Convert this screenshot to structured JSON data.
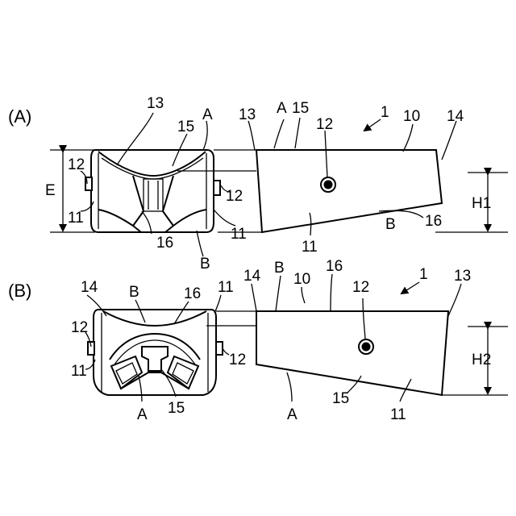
{
  "figure": {
    "panel_a": {
      "tag": "(A)",
      "labels": {
        "l13_left": "13",
        "lA_top_left": "A",
        "l15_left": "15",
        "l12_left": "12",
        "lE": "E",
        "l11_left": "11",
        "l16_left": "16",
        "lB_left": "B",
        "l12_mid": "12",
        "l11_mid": "11",
        "l13_right": "13",
        "lA_top_right": "A",
        "l15_right": "15",
        "l12_right": "12",
        "l1": "1",
        "l10": "10",
        "l14": "14",
        "lH1": "H1",
        "l16_right": "16",
        "lB_right": "B",
        "l11_right": "11"
      }
    },
    "panel_b": {
      "tag": "(B)",
      "labels": {
        "l14_left": "14",
        "lB_top_left": "B",
        "l16_left": "16",
        "l11_top_left": "11",
        "l12_left": "12",
        "l11_left": "11",
        "l12_mid": "12",
        "lA_bottom_left": "A",
        "l15_left": "15",
        "l14_right": "14",
        "lB_top_right": "B",
        "l10": "10",
        "l16_right": "16",
        "l12_right": "12",
        "l1": "1",
        "l13": "13",
        "lH2": "H2",
        "lA_bottom_right": "A",
        "l15_right": "15",
        "l11_right": "11"
      }
    }
  }
}
